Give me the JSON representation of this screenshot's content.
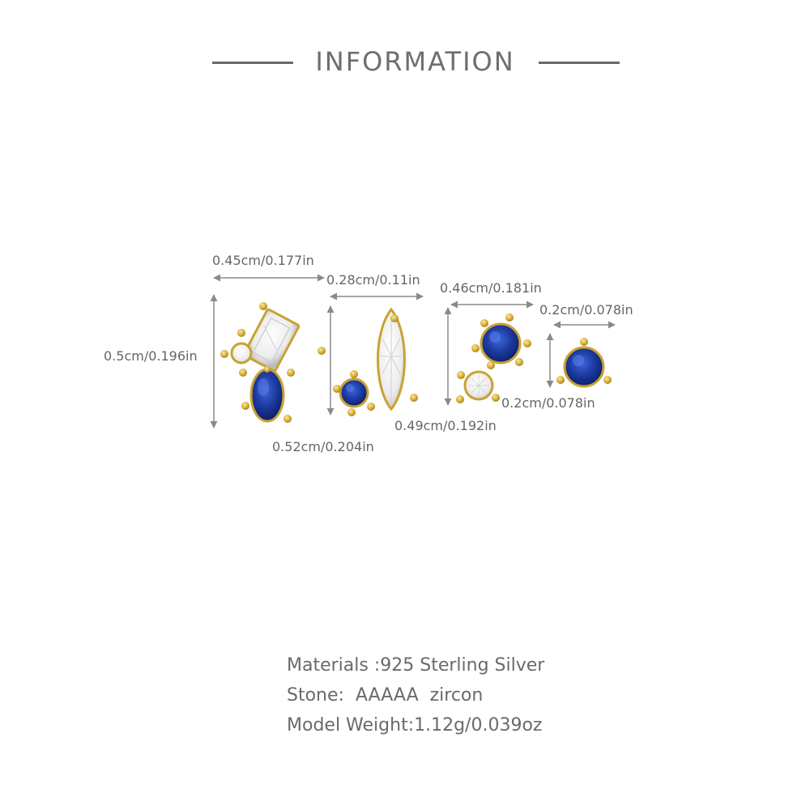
{
  "header": {
    "title": "INFORMATION"
  },
  "dimensions": {
    "earring1_width": "0.45cm/0.177in",
    "earring1_height": "0.5cm/0.196in",
    "earring2_width": "0.28cm/0.11in",
    "earring2_height": "0.52cm/0.204in",
    "earring3_width": "0.46cm/0.181in",
    "earring3_height": "0.49cm/0.192in",
    "earring4_width": "0.2cm/0.078in",
    "earring4_height": "0.2cm/0.078in"
  },
  "specs": {
    "materials": "Materials :925 Sterling Silver",
    "stone": "Stone:  AAAAA  zircon",
    "weight": "Model Weight:1.12g/0.039oz"
  },
  "colors": {
    "gold": "#d9b13a",
    "sapphire": "#1f3fa8",
    "crystal": "#f2f2f2",
    "line": "#6a6a6a"
  }
}
